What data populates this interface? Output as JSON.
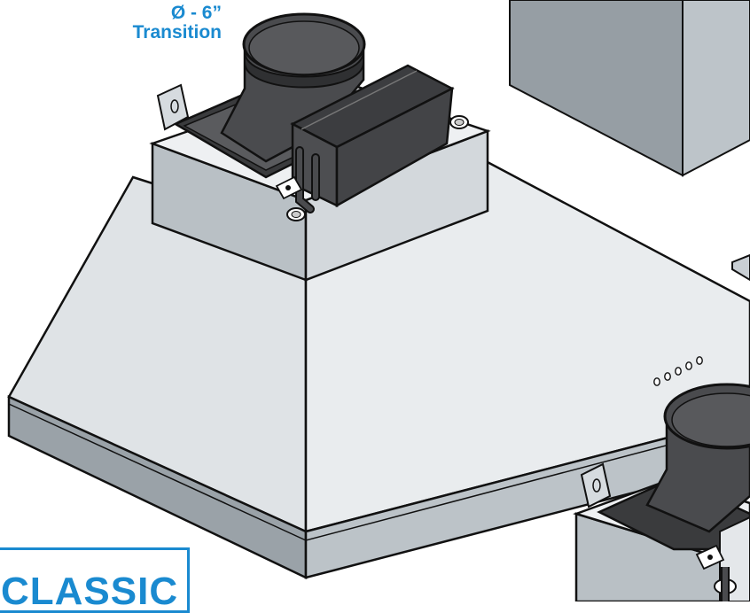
{
  "callout": {
    "diameter": "Ø - 6”",
    "name": "Transition"
  },
  "badge": {
    "text": "CLASSIC"
  },
  "colors": {
    "accent": "#1a8ad0",
    "hood_light": "#e6eaed",
    "hood_mid": "#c7cdd2",
    "hood_dark": "#9aa2a8",
    "motor_dark": "#3e3f41",
    "outline": "#111111"
  },
  "controls": {
    "button_count": 5
  }
}
